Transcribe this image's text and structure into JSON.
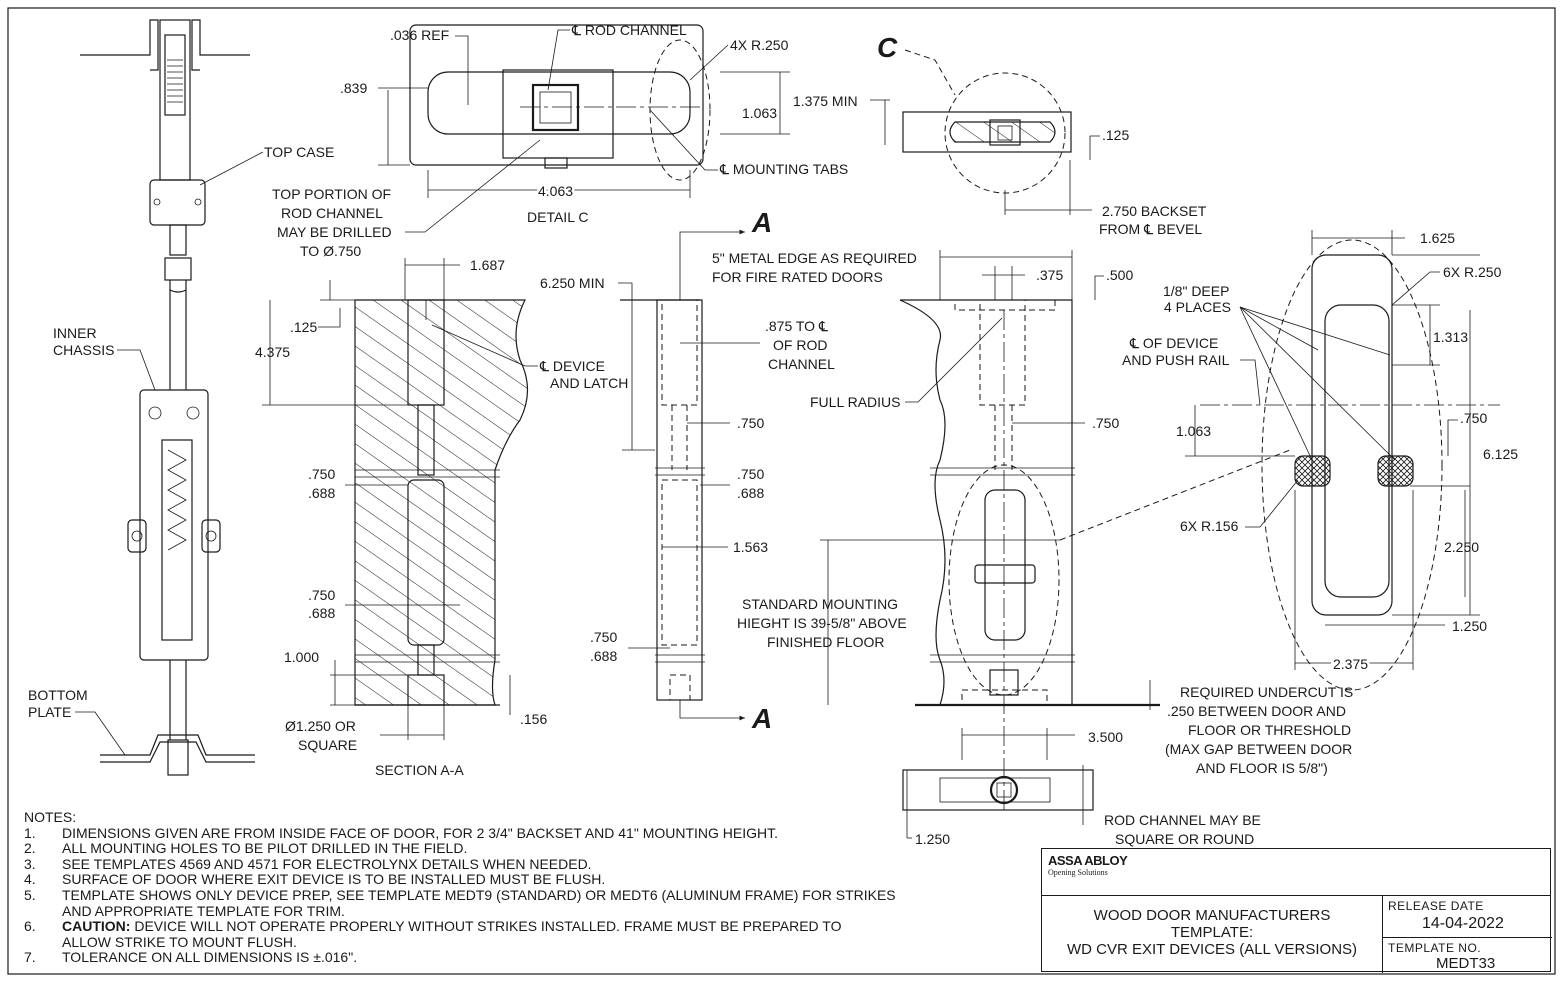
{
  "detail_c": {
    "ref_label": ".036 REF",
    "rod_channel_label": "℄ ROD CHANNEL",
    "radius_label": "4X R.250",
    "height_dim": ".839",
    "channel_dim": "1.063",
    "width_dim": "4.063",
    "mounting_tabs_label": "℄ MOUNTING TABS",
    "caption": "DETAIL C",
    "drill_note": [
      "TOP PORTION OF",
      "ROD CHANNEL",
      "MAY BE DRILLED",
      "TO  Ø.750"
    ]
  },
  "detail_c_callout": {
    "letter": "C",
    "min_dim": "1.375 MIN",
    "thickness_dim": ".125",
    "backset_label": [
      "2.750 BACKSET",
      "FROM ℄  BEVEL"
    ]
  },
  "side_view": {
    "top_case": "TOP CASE",
    "inner_chassis": [
      "INNER",
      "CHASSIS"
    ],
    "bottom_plate": [
      "BOTTOM",
      "PLATE"
    ]
  },
  "section_aa": {
    "dim_1687": "1.687",
    "dim_125": ".125",
    "dim_4375": "4.375",
    "device_latch": [
      "℄  DEVICE",
      "AND LATCH"
    ],
    "dim_750_a": ".750",
    "dim_688_a": ".688",
    "dim_750_b": ".750",
    "dim_688_b": ".688",
    "dim_1000": "1.000",
    "dim_156": ".156",
    "dia_label": [
      "Ø1.250 OR",
      "SQUARE"
    ],
    "caption": "SECTION A-A"
  },
  "edge_view": {
    "section_letter_top": "A",
    "section_letter_bottom": "A",
    "min_dim": "6.250 MIN",
    "rod_channel_dim": [
      ".875 TO ℄",
      "OF ROD",
      "CHANNEL"
    ],
    "dim_750": ".750",
    "dim_750_b": ".750",
    "dim_688": ".688",
    "dim_1563": "1.563",
    "dim_750_c": ".750",
    "dim_688_c": ".688",
    "mounting_height": [
      "STANDARD MOUNTING",
      "HIEGHT IS 39-5/8\" ABOVE",
      "FINISHED FLOOR"
    ]
  },
  "front_view": {
    "metal_edge": [
      "5\" METAL EDGE AS REQUIRED",
      "FOR FIRE RATED DOORS"
    ],
    "dim_375": ".375",
    "dim_500": ".500",
    "full_radius": "FULL RADIUS",
    "dim_750": ".750",
    "undercut_note": [
      "REQUIRED UNDERCUT IS",
      ".250 BETWEEN DOOR AND",
      "FLOOR OR THRESHOLD",
      "(MAX GAP BETWEEN DOOR",
      "AND FLOOR IS 5/8\")"
    ],
    "dim_3500": "3.500",
    "dim_1250": "1.250",
    "rod_channel_note": [
      "ROD CHANNEL MAY BE",
      "SQUARE OR ROUND"
    ]
  },
  "strike_detail": {
    "dim_1625": "1.625",
    "radius_6x_250": "6X R.250",
    "deep_label": [
      "1/8\" DEEP",
      "4 PLACES"
    ],
    "dim_1313": "1.313",
    "cl_device": [
      "℄ OF DEVICE",
      "AND PUSH RAIL"
    ],
    "dim_1063": "1.063",
    "dim_750": ".750",
    "dim_6125": "6.125",
    "radius_6x_156": "6X R.156",
    "dim_2250": "2.250",
    "dim_1250": "1.250",
    "dim_2375": "2.375"
  },
  "notes": {
    "heading": "NOTES:",
    "items": [
      {
        "num": "1.",
        "text": "DIMENSIONS GIVEN ARE FROM INSIDE FACE OF DOOR, FOR 2 3/4\" BACKSET AND 41\" MOUNTING HEIGHT."
      },
      {
        "num": "2.",
        "text": "ALL MOUNTING HOLES TO BE PILOT DRILLED IN THE FIELD."
      },
      {
        "num": "3.",
        "text": "SEE TEMPLATES 4569 AND 4571 FOR ELECTROLYNX DETAILS WHEN NEEDED."
      },
      {
        "num": "4.",
        "text": "SURFACE OF DOOR WHERE EXIT DEVICE IS TO BE INSTALLED MUST BE FLUSH."
      },
      {
        "num": "5.",
        "text": "TEMPLATE SHOWS ONLY DEVICE PREP, SEE TEMPLATE MEDT9 (STANDARD) OR MEDT6 (ALUMINUM FRAME) FOR STRIKES"
      },
      {
        "num": "",
        "text": "AND APPROPRIATE TEMPLATE FOR TRIM."
      },
      {
        "num": "6.",
        "bold": "CAUTION:",
        "text": " DEVICE WILL NOT OPERATE PROPERLY WITHOUT STRIKES INSTALLED. FRAME MUST BE PREPARED TO"
      },
      {
        "num": "",
        "text": "ALLOW STRIKE TO MOUNT FLUSH."
      },
      {
        "num": "7.",
        "text": "TOLERANCE ON ALL DIMENSIONS IS ±.016\"."
      }
    ]
  },
  "title_block": {
    "logo": "ASSA ABLOY",
    "logo_sub": "Opening Solutions",
    "title_lines": [
      "WOOD DOOR MANUFACTURERS",
      "TEMPLATE:",
      "WD CVR EXIT DEVICES (ALL VERSIONS)"
    ],
    "release_label": "RELEASE  DATE",
    "release_value": "14-04-2022",
    "template_label": "TEMPLATE  NO.",
    "template_value": "MEDT33"
  }
}
